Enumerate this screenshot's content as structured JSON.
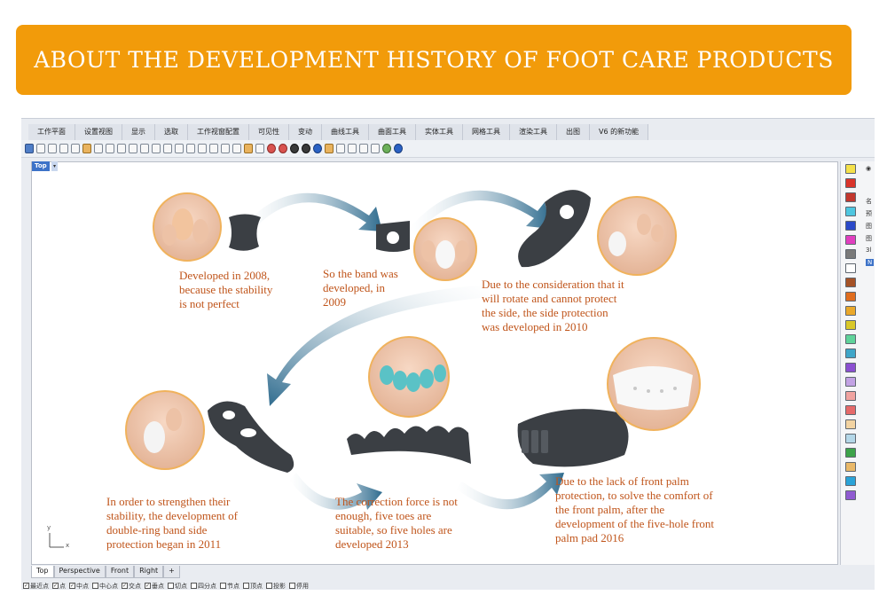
{
  "banner": {
    "title": "ABOUT THE DEVELOPMENT HISTORY OF FOOT CARE PRODUCTS"
  },
  "app": {
    "tabs": [
      "工作平面",
      "设置视图",
      "显示",
      "选取",
      "工作视窗配置",
      "可见性",
      "变动",
      "曲线工具",
      "曲面工具",
      "实体工具",
      "网格工具",
      "渲染工具",
      "出图",
      "V6 的新功能"
    ],
    "viewport_label": "Top",
    "bottom_tabs": [
      "Top",
      "Perspective",
      "Front",
      "Right",
      "+"
    ],
    "osnaps": [
      {
        "label": "最近点",
        "checked": true
      },
      {
        "label": "点",
        "checked": true
      },
      {
        "label": "中点",
        "checked": true
      },
      {
        "label": "中心点",
        "checked": false
      },
      {
        "label": "交点",
        "checked": true
      },
      {
        "label": "垂点",
        "checked": true
      },
      {
        "label": "切点",
        "checked": false
      },
      {
        "label": "四分点",
        "checked": false
      },
      {
        "label": "节点",
        "checked": false
      },
      {
        "label": "顶点",
        "checked": false
      },
      {
        "label": "投影",
        "checked": false
      },
      {
        "label": "停用",
        "checked": false
      }
    ],
    "axis_y": "y",
    "axis_x": "x",
    "side_chars": [
      "名",
      "预",
      "图",
      "图",
      "3l",
      "N"
    ],
    "colors": {
      "accent": "#f29b0a",
      "caption": "#c0551b",
      "arrow": "#2e6b8e",
      "product": "#3b3f44",
      "gel": "#5ac2c6"
    }
  },
  "timeline": {
    "items": [
      {
        "caption": "Developed in 2008,\nbecause the stability\nis not perfect"
      },
      {
        "caption": "So the band was\ndeveloped, in\n2009"
      },
      {
        "caption": "Due to the consideration that it\nwill rotate and cannot protect\nthe side, the side protection\nwas developed in 2010"
      },
      {
        "caption": "In order to strengthen their\nstability, the development of\ndouble-ring band side\nprotection began in 2011"
      },
      {
        "caption": "The correction force is not\nenough, five toes are\nsuitable, so five holes are\ndeveloped 2013"
      },
      {
        "caption": "Due to the lack of front palm\nprotection, to solve the comfort of\nthe front palm, after the\ndevelopment of the five-hole front\npalm pad 2016"
      }
    ]
  }
}
